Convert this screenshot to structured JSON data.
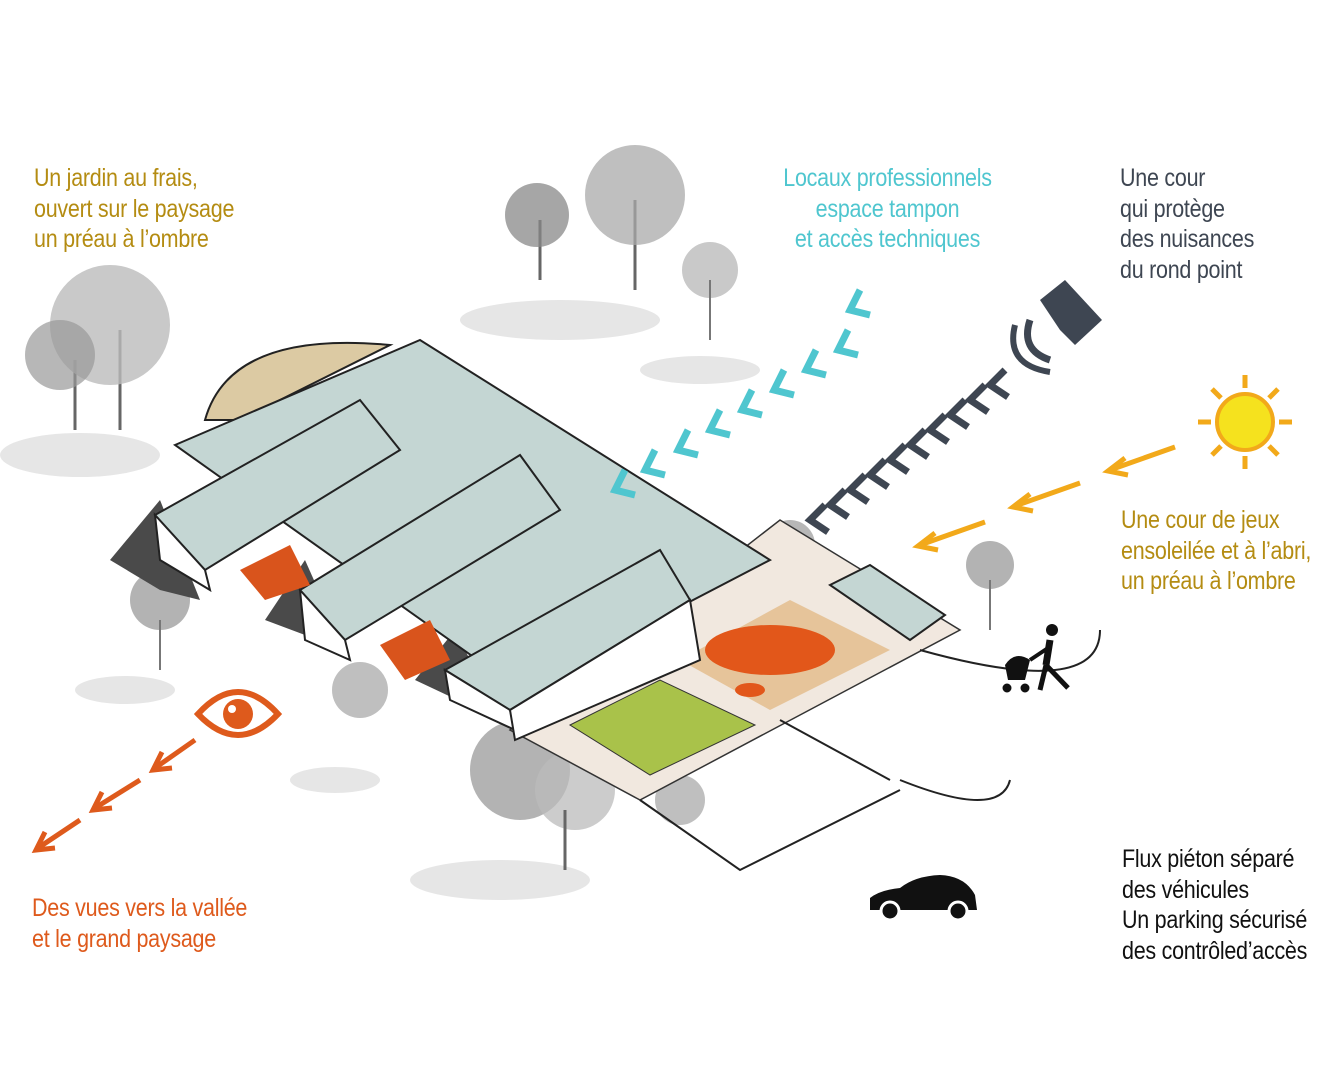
{
  "annotations": {
    "garden": {
      "lines": [
        "Un jardin au frais,",
        "ouvert sur le paysage",
        "un préau à l’ombre"
      ]
    },
    "offices": {
      "lines": [
        "Locaux professionnels",
        "espace tampon",
        "et accès techniques"
      ]
    },
    "noise": {
      "lines": [
        "Une cour",
        "qui protège",
        "des nuisances",
        "du rond point"
      ]
    },
    "playground": {
      "lines": [
        "Une cour de jeux",
        "ensoleilée et à l’abri,",
        "un préau à l’ombre"
      ]
    },
    "views": {
      "lines": [
        "Des vues vers la vallée",
        "et le grand paysage"
      ]
    },
    "access": {
      "lines": [
        "Flux piéton séparé",
        "des véhicules",
        "Un parking sécurisé",
        "des contrôled’accès"
      ]
    }
  },
  "colors": {
    "garden": "#b48c12",
    "offices": "#4fc6cf",
    "noise": "#3e4652",
    "playground": "#b48c12",
    "views": "#de5a1c",
    "access": "#111111",
    "roof": "#c4d6d3",
    "sun": "#f5d21e",
    "sun_arrow": "#f2a91a",
    "play_orange": "#e2571a",
    "maze_green": "#a9c24a"
  },
  "icons": [
    "sun-icon",
    "speaker-icon",
    "eye-icon",
    "car-icon",
    "pedestrian-stroller-icon"
  ]
}
